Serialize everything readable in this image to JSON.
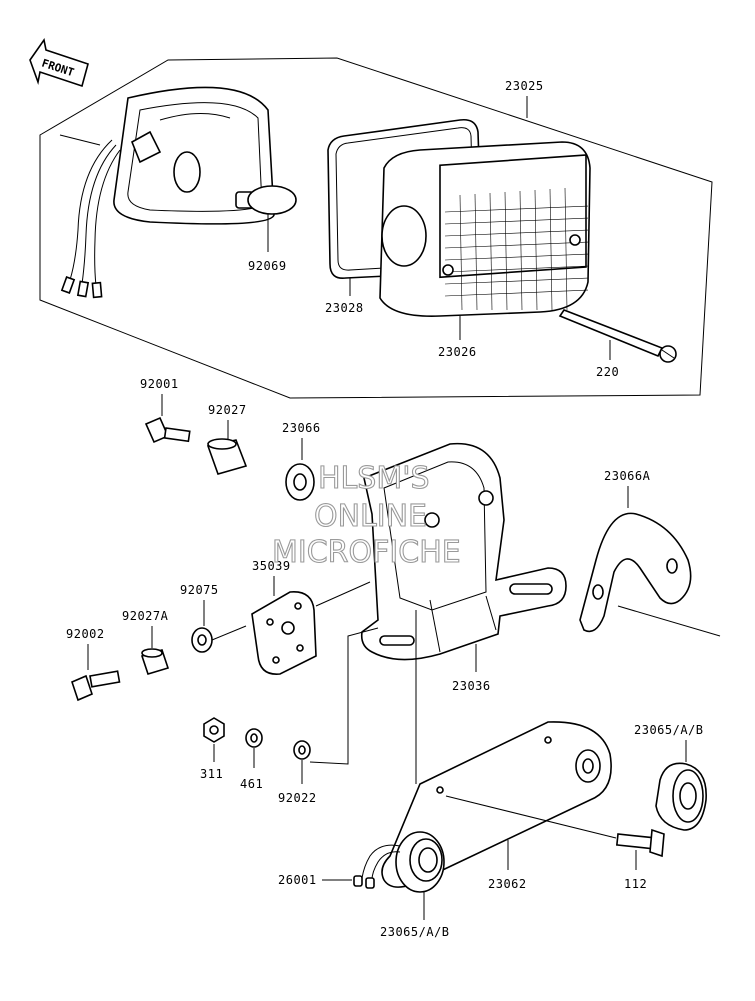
{
  "front_badge": "FRONT",
  "watermark": [
    "HLSM'S",
    "ONLINE",
    "MICROFICHE"
  ],
  "parts": {
    "tail_lamp_assy": "23025",
    "bulb": "92069",
    "lens_gasket": "23028",
    "lens": "23026",
    "long_screw": "220",
    "bolt_upper": "92001",
    "collar_upper": "92027",
    "grommet_upper": "23066",
    "grommet_bracket": "23066A",
    "plate": "35039",
    "washer_mid": "92075",
    "collar_lower": "92027A",
    "bolt_lower": "92002",
    "bracket": "23036",
    "nut": "311",
    "lock_washer": "461",
    "washer_small": "92022",
    "reflector_right": "23065/A/B",
    "reflector_left": "23065/A/B",
    "license_bracket": "23062",
    "bolt_small": "112",
    "wire": "26001"
  }
}
